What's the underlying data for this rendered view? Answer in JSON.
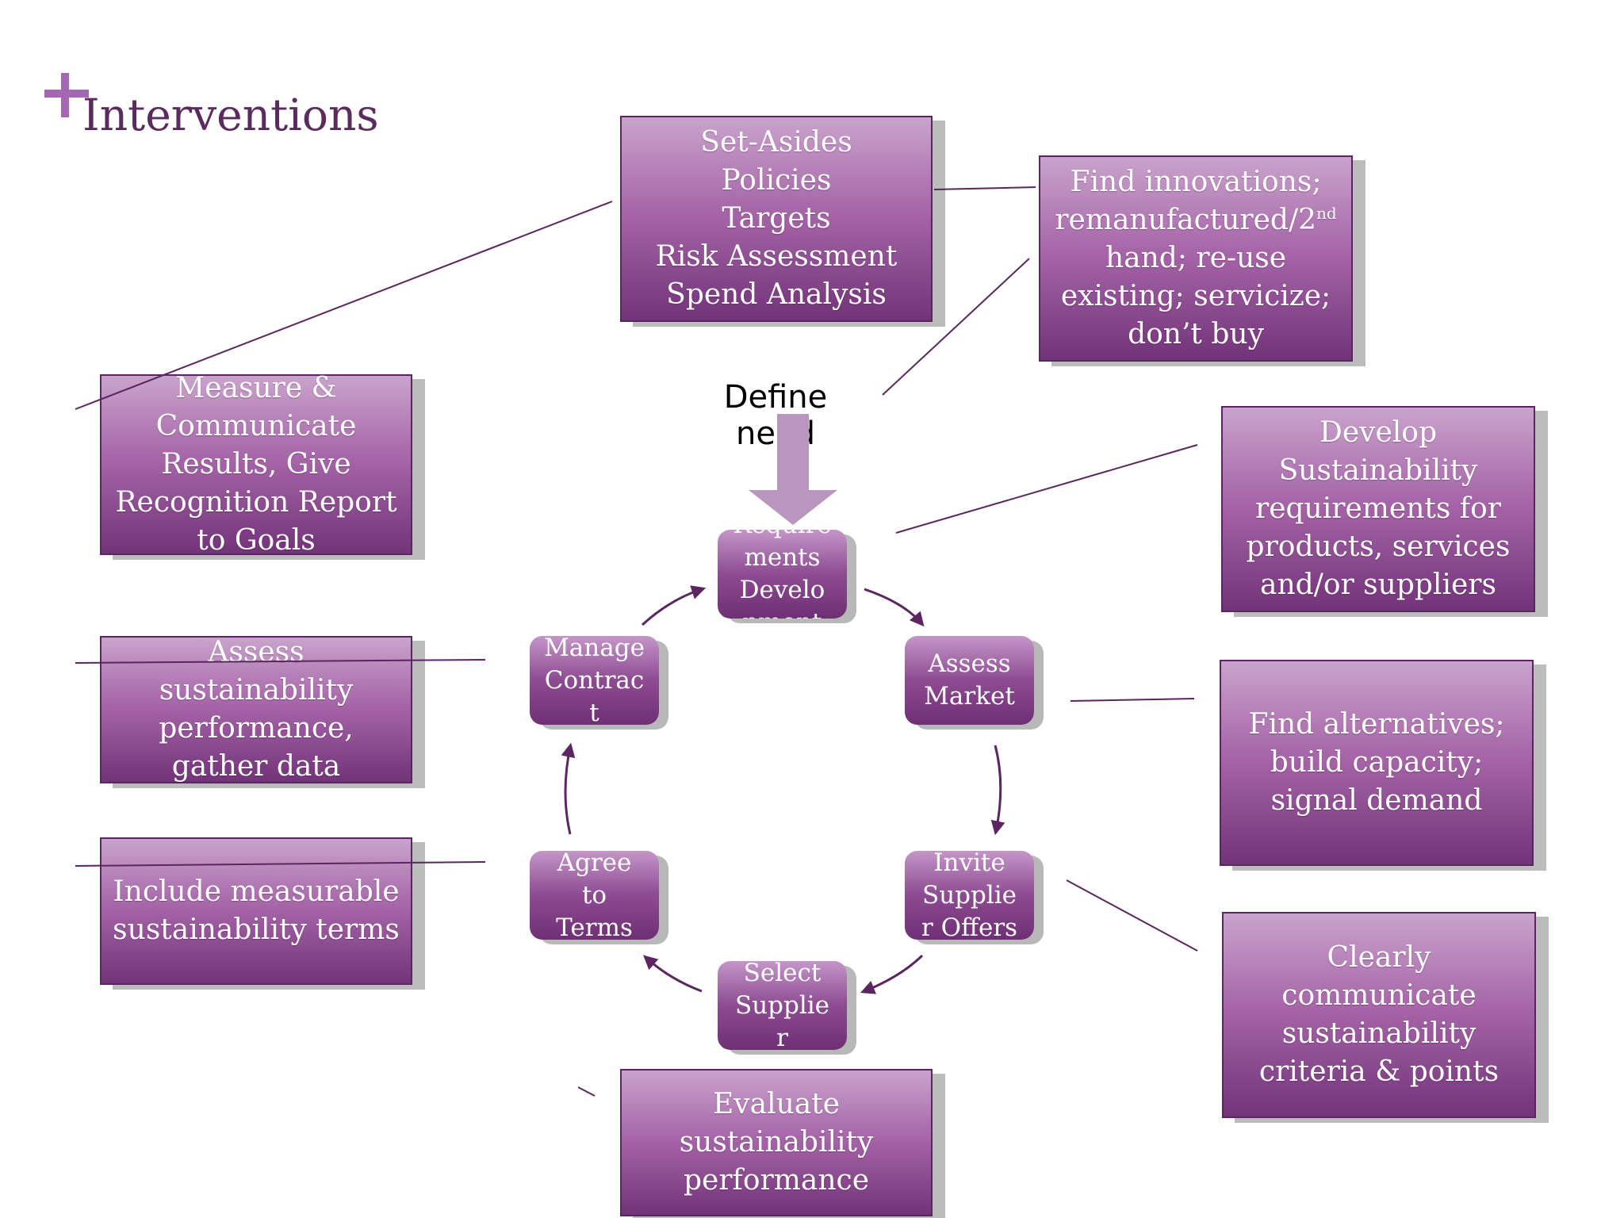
{
  "title": "Interventions",
  "center_label": "Define need",
  "colors": {
    "title": "#5b2a5e",
    "accent_plus": "#a566b4",
    "box_top": "#c9a3cc",
    "box_bottom": "#733379",
    "connector": "#5a2560"
  },
  "cycle": [
    {
      "id": "requirements",
      "lines": [
        "Require",
        "ments",
        "Develo",
        "pment"
      ]
    },
    {
      "id": "assess-market",
      "lines": [
        "Assess",
        "Market"
      ]
    },
    {
      "id": "invite-offers",
      "lines": [
        "Invite",
        "Supplie",
        "r Offers"
      ]
    },
    {
      "id": "select-supplier",
      "lines": [
        "Select",
        "Supplie",
        "r"
      ]
    },
    {
      "id": "agree-terms",
      "lines": [
        "Agree",
        "to",
        "Terms"
      ]
    },
    {
      "id": "manage-contract",
      "lines": [
        "Manage",
        "Contrac",
        "t"
      ]
    }
  ],
  "interventions": {
    "top": [
      "Set-Asides",
      "Policies",
      "Targets",
      "Risk Assessment",
      "Spend Analysis"
    ],
    "find_innovations": {
      "line1": "Find innovations;",
      "line2": "remanufactured/2",
      "line2_sup": "nd",
      "line3": "hand; re-use",
      "line4": "existing; servicize;",
      "line5": "don’t buy"
    },
    "develop": [
      "Develop",
      "Sustainability",
      "requirements for",
      "products, services",
      "and/or suppliers"
    ],
    "alternatives": [
      "Find alternatives;",
      "build capacity;",
      "signal demand"
    ],
    "communicate": [
      "Clearly",
      "communicate",
      "sustainability",
      "criteria & points"
    ],
    "evaluate": [
      "Evaluate",
      "sustainability",
      "performance"
    ],
    "measure": [
      "Measure &",
      "Communicate",
      "Results, Give",
      "Recognition Report",
      "to Goals"
    ],
    "assess_perf": [
      "Assess",
      "sustainability",
      "performance,",
      "gather data"
    ],
    "include_terms": [
      "Include measurable",
      "sustainability terms"
    ]
  }
}
